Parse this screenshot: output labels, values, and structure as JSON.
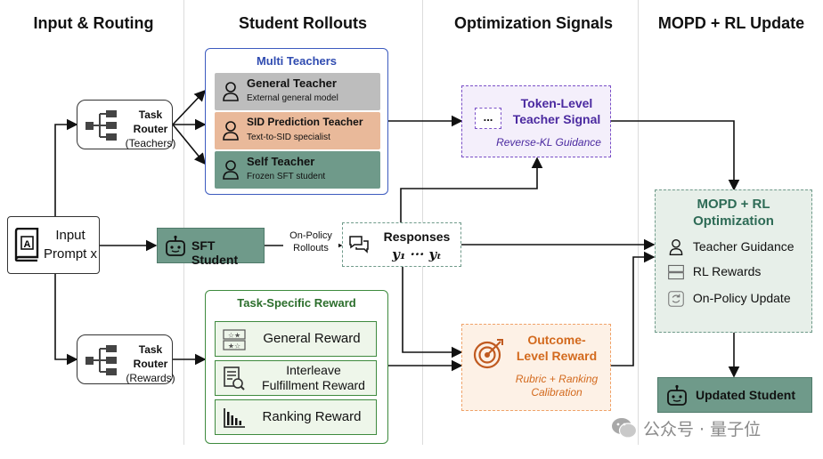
{
  "columns": {
    "input_routing": "Input & Routing",
    "student_rollouts": "Student Rollouts",
    "optimization_signals": "Optimization Signals",
    "mopd_rl_update": "MOPD + RL Update"
  },
  "input": {
    "line1": "Input",
    "line2": "Prompt x",
    "icon": "book-a-icon"
  },
  "router_teachers": {
    "title1": "Task",
    "title2": "Router",
    "sub": "(Teachers)"
  },
  "router_rewards": {
    "title1": "Task",
    "title2": "Router",
    "sub": "(Rewards)"
  },
  "multi_teachers": {
    "title": "Multi Teachers",
    "items": [
      {
        "name": "General Teacher",
        "desc": "External general model"
      },
      {
        "name": "SID Prediction Teacher",
        "desc": "Text-to-SID specialist"
      },
      {
        "name": "Self Teacher",
        "desc": "Frozen SFT student"
      }
    ]
  },
  "sft_student": {
    "label": "SFT Student"
  },
  "on_policy": {
    "line1": "On-Policy",
    "line2": "Rollouts"
  },
  "responses": {
    "title": "Responses",
    "formula": "y₁ ··· yₜ"
  },
  "token_signal": {
    "title1": "Token-Level",
    "title2": "Teacher Signal",
    "sub": "Reverse-KL Guidance",
    "dots": "..."
  },
  "task_reward": {
    "title": "Task-Specific Reward",
    "items": [
      {
        "label": "General Reward"
      },
      {
        "label1": "Interleave",
        "label2": "Fulfillment Reward"
      },
      {
        "label": "Ranking Reward"
      }
    ]
  },
  "outcome": {
    "title1": "Outcome-",
    "title2": "Level Reward",
    "sub1": "Rubric + Ranking",
    "sub2": "Calibration"
  },
  "mopd": {
    "title1": "MOPD + RL",
    "title2": "Optimization",
    "items": [
      {
        "label": "Teacher Guidance"
      },
      {
        "label": "RL Rewards"
      },
      {
        "label": "On-Policy Update"
      }
    ]
  },
  "updated_student": {
    "label": "Updated Student"
  },
  "watermark": {
    "text": "公众号 · 量子位"
  },
  "colors": {
    "teacher_general": "#bdbdbd",
    "teacher_sid": "#e9b99a",
    "teacher_self": "#6f9a8a",
    "sft_student": "#6f9a8a",
    "token_border": "#7a4fc7",
    "outcome_border": "#f0a36a",
    "reward_border": "#3e8a3e",
    "mopd_bg": "#e7efe9"
  }
}
